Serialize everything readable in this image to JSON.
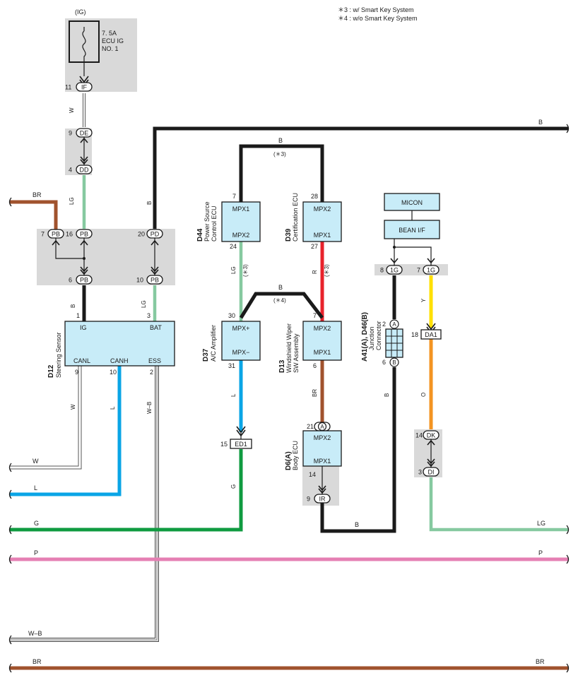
{
  "legend": {
    "note3": "＊3 : w/ Smart Key System",
    "note4": "＊4 : w/o Smart Key System"
  },
  "power": {
    "ig": "(IG)",
    "fuse_line1": "7. 5A",
    "fuse_line2": "ECU IG",
    "fuse_line3": "NO. 1"
  },
  "colors": {
    "B": "#1a1a1a",
    "BR": "#a0522d",
    "LG": "#86c9a0",
    "W": "#ffffff",
    "L": "#0aa5e6",
    "G": "#0f9b40",
    "P": "#e57fb3",
    "R": "#e8222b",
    "Y": "#ffe000",
    "O": "#f39422",
    "ecu_fill": "#c8ecf8",
    "jb_fill": "#d9d9d9"
  },
  "connectors": {
    "IF": "IF",
    "IF_pin": "11",
    "DE": "DE",
    "DE_pin": "9",
    "DD": "DD",
    "DD_pin": "4",
    "PB7": "PB",
    "PB7_pin": "7",
    "PB16": "PB",
    "PB16_pin": "16",
    "PD": "PD",
    "PD_pin": "20",
    "PB6": "PB",
    "PB6_pin": "6",
    "PB10": "PB",
    "PB10_pin": "10",
    "ED1": "ED1",
    "ED1_pin": "15",
    "IR": "IR",
    "IR_pin": "9",
    "G1a": "1G",
    "G1a_pin": "8",
    "G1b": "1G",
    "G1b_pin": "7",
    "DA1": "DA1",
    "DA1_pin": "18",
    "DK": "DK",
    "DK_pin": "14",
    "DI": "DI",
    "DI_pin": "3",
    "JA": "A",
    "JA_pin": "2",
    "JB": "B",
    "JB_pin": "6",
    "BA": "A",
    "BA_pin": "21"
  },
  "components": {
    "d12": {
      "code": "D12",
      "name": "Steering Sensor",
      "IG": "IG",
      "BAT": "BAT",
      "CANL": "CANL",
      "CANH": "CANH",
      "ESS": "ESS",
      "pin_ig": "1",
      "pin_bat": "3",
      "pin_canl": "9",
      "pin_canh": "10",
      "pin_ess": "2"
    },
    "d44": {
      "code": "D44",
      "name1": "Power Source",
      "name2": "Control ECU",
      "mpx1": "MPX1",
      "mpx2": "MPX2",
      "pin_top": "7",
      "pin_bot": "24"
    },
    "d39": {
      "code": "D39",
      "name": "Certification ECU",
      "mpx2": "MPX2",
      "mpx1": "MPX1",
      "pin_top": "28",
      "pin_bot": "27"
    },
    "d37": {
      "code": "D37",
      "name": "A/C Amplifier",
      "mpxp": "MPX+",
      "mpxm": "MPX−",
      "pin_top": "30",
      "pin_bot": "31"
    },
    "d13": {
      "code": "D13",
      "name1": "Windshield Wiper",
      "name2": "SW Assembly",
      "mpx2": "MPX2",
      "mpx1": "MPX1",
      "pin_top": "7",
      "pin_bot": "6"
    },
    "d6": {
      "code": "D6(A)",
      "name": "Body ECU",
      "mpx2": "MPX2",
      "mpx1": "MPX1",
      "pin_14": "14"
    },
    "jc": {
      "code": "A41(A), D46(B)",
      "name1": "Junction",
      "name2": "Connector"
    },
    "micon": "MICON",
    "beanif": "BEAN I/F"
  },
  "wire_labels": {
    "W": "W",
    "LG": "LG",
    "B": "B",
    "BR": "BR",
    "L": "L",
    "G": "G",
    "P": "P",
    "WB": "W–B",
    "R": "R",
    "Y": "Y",
    "O": "O",
    "star3": "(＊3)",
    "star4": "(＊4)"
  }
}
